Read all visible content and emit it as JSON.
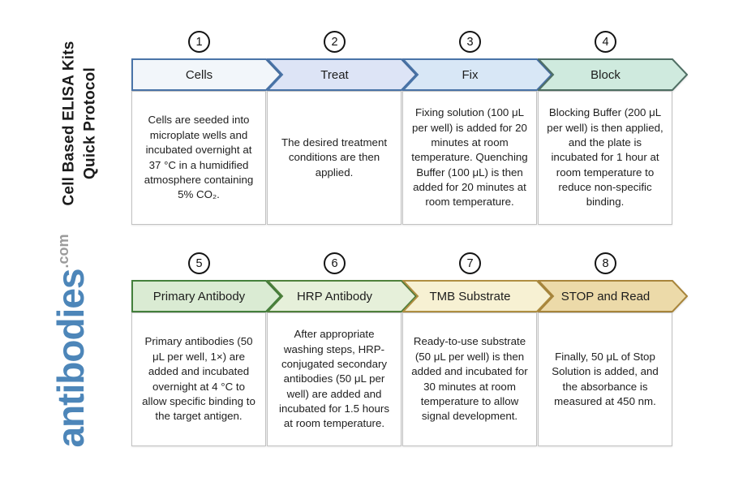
{
  "page": {
    "background": "#ffffff"
  },
  "sidebar": {
    "title_line1": "Cell Based ELISA Kits",
    "title_line2": "Quick Protocol",
    "logo_text": "antibodies",
    "logo_suffix": ".com",
    "logo_color": "#4d86b9",
    "logo_suffix_color": "#9b9b9b"
  },
  "steps": [
    {
      "number": "1",
      "label": "Cells",
      "description": "Cells are seeded into microplate wells and incubated overnight at 37 °C in a humidified atmosphere containing 5% CO₂.",
      "fill": "#f2f6fa",
      "border": "#4a74a8"
    },
    {
      "number": "2",
      "label": "Treat",
      "description": "The desired treatment conditions are then applied.",
      "fill": "#dde4f6",
      "border": "#4a74a8"
    },
    {
      "number": "3",
      "label": "Fix",
      "description": "Fixing solution (100 μL per well) is added for 20 minutes at room temperature. Quenching Buffer (100 μL) is then added for 20 minutes at room temperature.",
      "fill": "#d8e7f6",
      "border": "#4a74a8"
    },
    {
      "number": "4",
      "label": "Block",
      "description": "Blocking Buffer (200 μL per well) is then applied, and the plate is incubated for 1 hour at room temperature to reduce non-specific binding.",
      "fill": "#cfeade",
      "border": "#4f6f64"
    },
    {
      "number": "5",
      "label": "Primary Antibody",
      "description": "Primary antibodies (50 μL per well, 1×) are added and incubated overnight at 4 °C to allow specific binding to the target antigen.",
      "fill": "#daebd3",
      "border": "#44803c"
    },
    {
      "number": "6",
      "label": "HRP Antibody",
      "description": "After appropriate washing steps, HRP-conjugated secondary antibodies (50 μL per well) are added and incubated for 1.5 hours at room temperature.",
      "fill": "#e6f0da",
      "border": "#4f813c"
    },
    {
      "number": "7",
      "label": "TMB Substrate",
      "description": "Ready-to-use substrate (50 μL per well) is then added and incubated for 30 minutes at room temperature to allow signal development.",
      "fill": "#f7f1d3",
      "border": "#b08f42"
    },
    {
      "number": "8",
      "label": "STOP and Read",
      "description": "Finally, 50 μL of Stop Solution is added, and the absorbance is measured at 450 nm.",
      "fill": "#ecdaa9",
      "border": "#a8853b"
    }
  ]
}
